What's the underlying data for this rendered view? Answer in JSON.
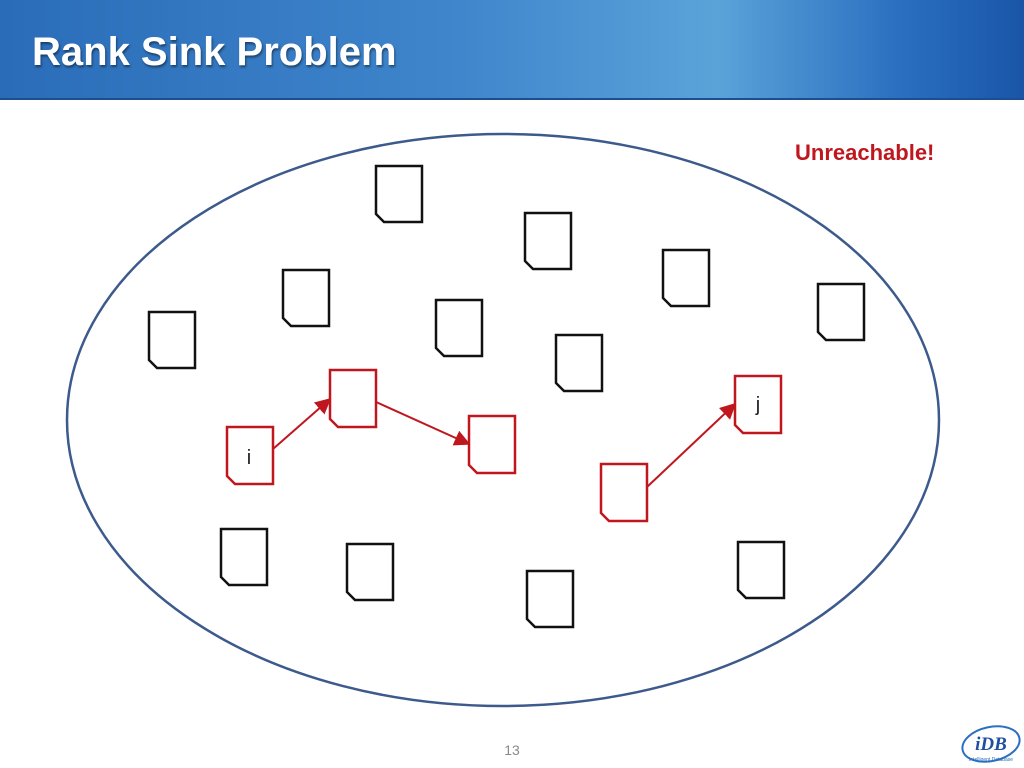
{
  "slide": {
    "title": "Rank Sink Problem",
    "page_number": "13"
  },
  "diagram": {
    "note": "Unreachable!",
    "node_i_label": "i",
    "node_j_label": "j"
  },
  "logo": {
    "text": "iDB",
    "subtext": "Intelligent Database"
  },
  "colors": {
    "ellipse_stroke": "#3d5a8c",
    "doc_stroke_black": "#111111",
    "doc_stroke_red": "#c0171e",
    "accent_red": "#c0171e"
  }
}
